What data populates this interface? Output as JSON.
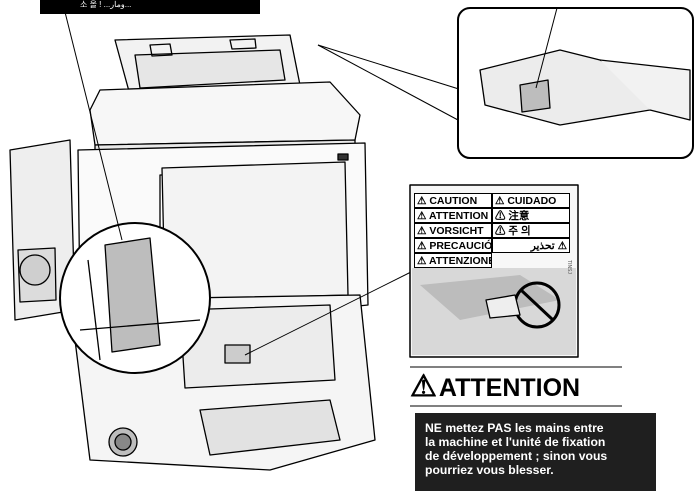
{
  "label": {
    "rows": [
      [
        "CAUTION",
        "CUIDADO"
      ],
      [
        "ATTENTION",
        "注意"
      ],
      [
        "VORSICHT",
        "주 의"
      ],
      [
        "PRECAUCIÓN",
        "تحذير"
      ],
      [
        "ATTENZIONE",
        ""
      ]
    ],
    "side_code": "TINSJ"
  },
  "attention_title": "ATTENTION",
  "message_lines": [
    "NE mettez  PAS les mains entre",
    "la machine et l'unité de fixation",
    "de développement ; sinon vous",
    "pourriez vous blesser."
  ],
  "top_strip": "소 올 !   ...ومار..."
}
